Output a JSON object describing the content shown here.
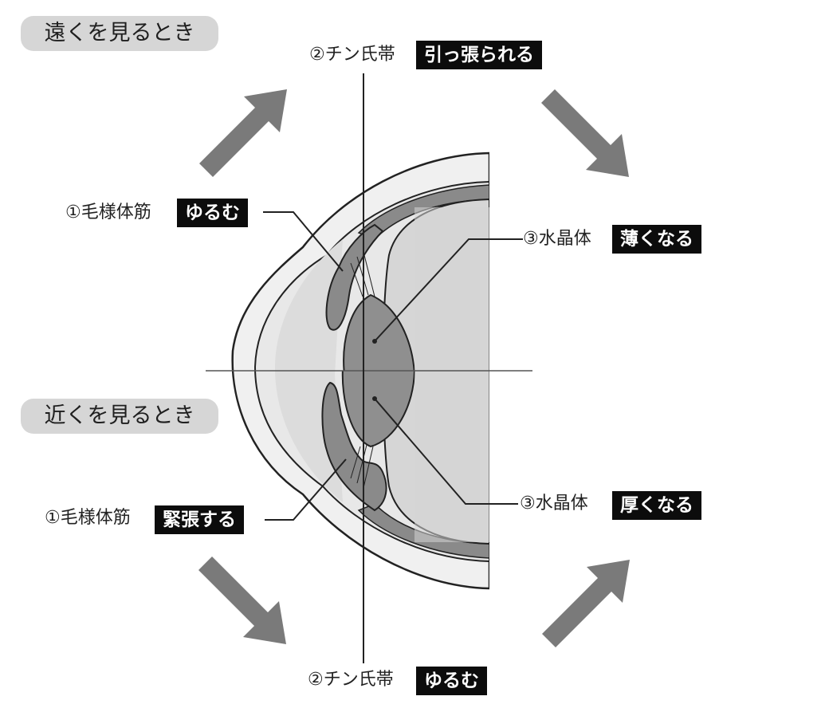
{
  "far": {
    "heading": "遠くを見るとき",
    "zonule": {
      "name": "②チン氏帯",
      "state": "引っ張られる"
    },
    "ciliary": {
      "name": "①毛様体筋",
      "state": "ゆるむ"
    },
    "lens": {
      "name": "③水晶体",
      "state": "薄くなる"
    }
  },
  "near": {
    "heading": "近くを見るとき",
    "ciliary": {
      "name": "①毛様体筋",
      "state": "緊張する"
    },
    "lens": {
      "name": "③水晶体",
      "state": "厚くなる"
    },
    "zonule": {
      "name": "②チン氏帯",
      "state": "ゆるむ"
    }
  },
  "colors": {
    "eye_outer": "#f0f0f0",
    "eye_inner": "#dcdcdc",
    "tissue": "#8a8a8a",
    "lens": "#8f8f8f",
    "arrow": "#7a7a7a",
    "tag_bg": "#0c0c0c"
  }
}
